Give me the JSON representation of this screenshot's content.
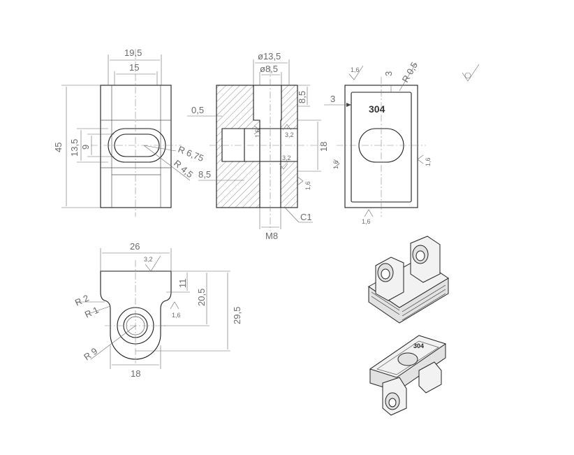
{
  "drawing": {
    "front_view": {
      "dims": {
        "outer_width": "19,5",
        "inner_width": "15",
        "height": "45",
        "slot_height": "13,5",
        "slot_inner": "9",
        "radius_outer": "R 6,75",
        "radius_inner": "R 4,5"
      }
    },
    "section_view": {
      "dims": {
        "counterbore_dia": "ø13,5",
        "bore_dia": "ø8,5",
        "depth": "8,5",
        "offset": "0,5",
        "roughness_a": "1,6",
        "roughness_b": "3,2",
        "roughness_c": "3,2",
        "roughness_d": "1,6",
        "pocket": "18",
        "pocket_depth": "8,5",
        "chamfer": "C1",
        "thread": "M8"
      }
    },
    "side_view": {
      "dims": {
        "roughness_top": "1,6",
        "step": "3",
        "radius": "R 0,5",
        "inset": "3",
        "mark": "304",
        "roughness_left": "1,6",
        "roughness_right": "1,6",
        "roughness_bottom": "1,6"
      }
    },
    "bottom_view": {
      "dims": {
        "width": "26",
        "roughness_top": "3,2",
        "r2": "R 2",
        "r1": "R 1",
        "h11": "11",
        "h20": "20,5",
        "h29": "29,5",
        "roughness": "1,6",
        "r9": "R 9",
        "base": "18"
      }
    },
    "iso_mark": "304"
  }
}
